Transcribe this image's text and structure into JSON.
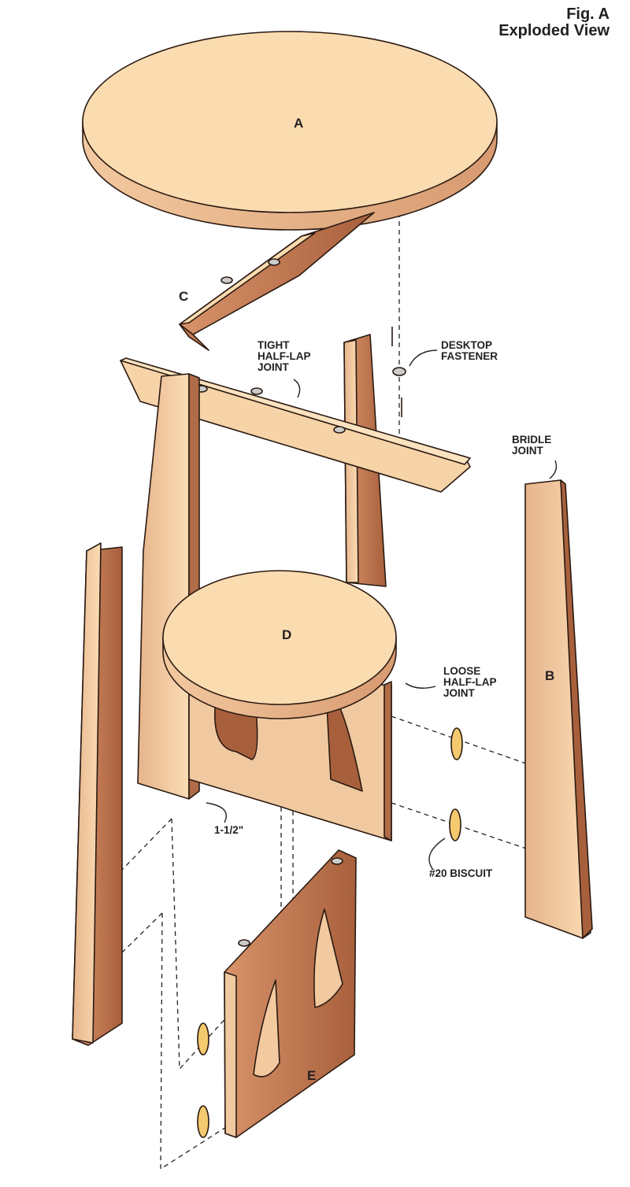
{
  "figure": {
    "title": "Fig. A",
    "subtitle": "Exploded View"
  },
  "parts": {
    "a": "A",
    "b": "B",
    "c": "C",
    "d": "D",
    "e": "E"
  },
  "callouts": {
    "tight_half_lap": [
      "TIGHT",
      "HALF-LAP",
      "JOINT"
    ],
    "desktop_fastener": [
      "DESKTOP",
      "FASTENER"
    ],
    "bridle_joint": [
      "BRIDLE",
      "JOINT"
    ],
    "loose_half_lap": [
      "LOOSE",
      "HALF-LAP",
      "JOINT"
    ],
    "dimension": "1-1/2\"",
    "biscuit": "#20 BISCUIT"
  },
  "colors": {
    "light_wood": "#fbdcb0",
    "mid_wood": "#e8b88a",
    "dark_wood": "#b06c48",
    "biscuit": "#f5c96e"
  }
}
